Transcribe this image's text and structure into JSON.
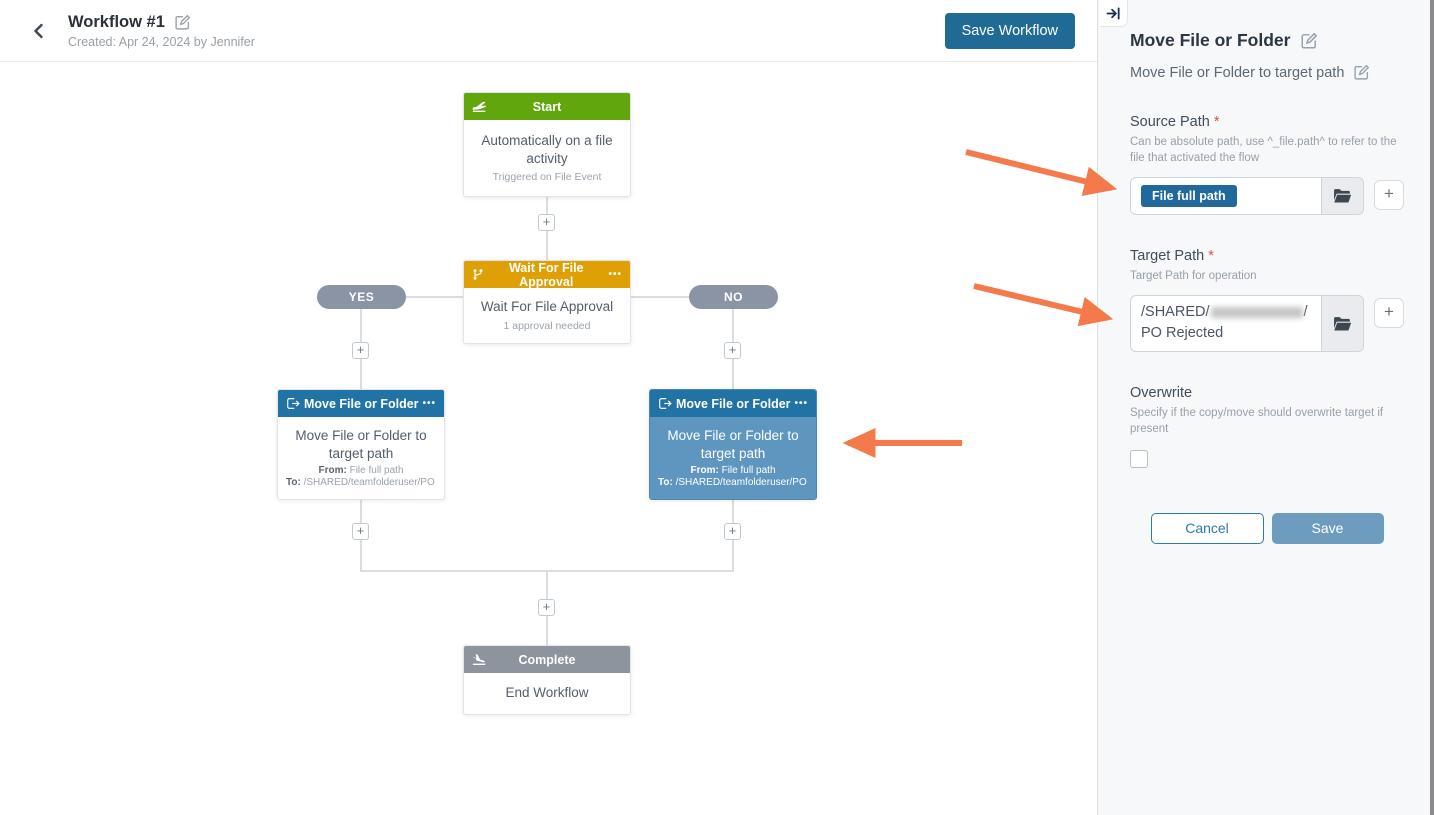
{
  "header": {
    "title": "Workflow #1",
    "subtitle": "Created: Apr 24, 2024 by Jennifer",
    "save_button": "Save Workflow"
  },
  "canvas": {
    "menu_dots": "•••",
    "plus": "+",
    "yes_label": "YES",
    "no_label": "NO",
    "start": {
      "title": "Start",
      "line1": "Automatically on a file activity",
      "line2": "Triggered on File Event"
    },
    "wait": {
      "title": "Wait For File Approval",
      "line1": "Wait For File Approval",
      "line2": "1 approval needed"
    },
    "move_left": {
      "title": "Move File or Folder",
      "line1": "Move File or Folder to target path",
      "from_label": "From:",
      "from_value": "File full path",
      "to_label": "To:",
      "to_value": "/SHARED/teamfolderuser/PO A..."
    },
    "move_right": {
      "title": "Move File or Folder",
      "line1": "Move File or Folder to target path",
      "from_label": "From:",
      "from_value": "File full path",
      "to_label": "To:",
      "to_value": "/SHARED/teamfolderuser/PO R..."
    },
    "complete": {
      "title": "Complete",
      "line1": "End Workflow"
    }
  },
  "panel": {
    "title": "Move File or Folder",
    "subtitle": "Move File or Folder to target path",
    "source": {
      "label": "Source Path",
      "required": "*",
      "help": "Can be absolute path, use ^_file.path^ to refer to the file that activated the flow",
      "chip": "File full path"
    },
    "target": {
      "label": "Target Path",
      "required": "*",
      "help": "Target Path for operation",
      "value_prefix": "/SHARED/",
      "value_redacted": true,
      "value_suffix": "/",
      "value_line2": "PO Rejected"
    },
    "overwrite": {
      "label": "Overwrite",
      "help": "Specify if the copy/move should overwrite target if present",
      "checked": false
    },
    "cancel_button": "Cancel",
    "save_button": "Save",
    "add_button": "+"
  },
  "colors": {
    "node_blue": "#2172a5",
    "selected_body_blue": "#5e96c0",
    "start_green": "#61a60c",
    "wait_orange": "#dfa006",
    "complete_gray": "#8d949e",
    "pill_gray": "#8b94a5",
    "arrow_orange": "#f4794b",
    "save_workflow_blue": "#1f6b96",
    "panel_save_blue": "#6d9cbf",
    "chip_blue": "#21689d"
  }
}
